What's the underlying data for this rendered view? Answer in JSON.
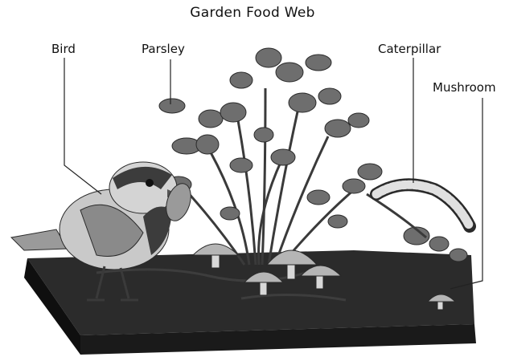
{
  "title": "Garden Food Web",
  "labels": {
    "bird": "Bird",
    "parsley": "Parsley",
    "caterpillar": "Caterpillar",
    "mushroom": "Mushroom"
  },
  "colors": {
    "soil_top": "#2b2b2b",
    "soil_side": "#111111",
    "leaf": "#6e6e6e",
    "stem": "#3a3a3a",
    "mushroom_cap": "#b5b5b5",
    "bird_body": "#c9c9c9",
    "bird_dark": "#3c3c3c",
    "leader_line": "#222222"
  }
}
